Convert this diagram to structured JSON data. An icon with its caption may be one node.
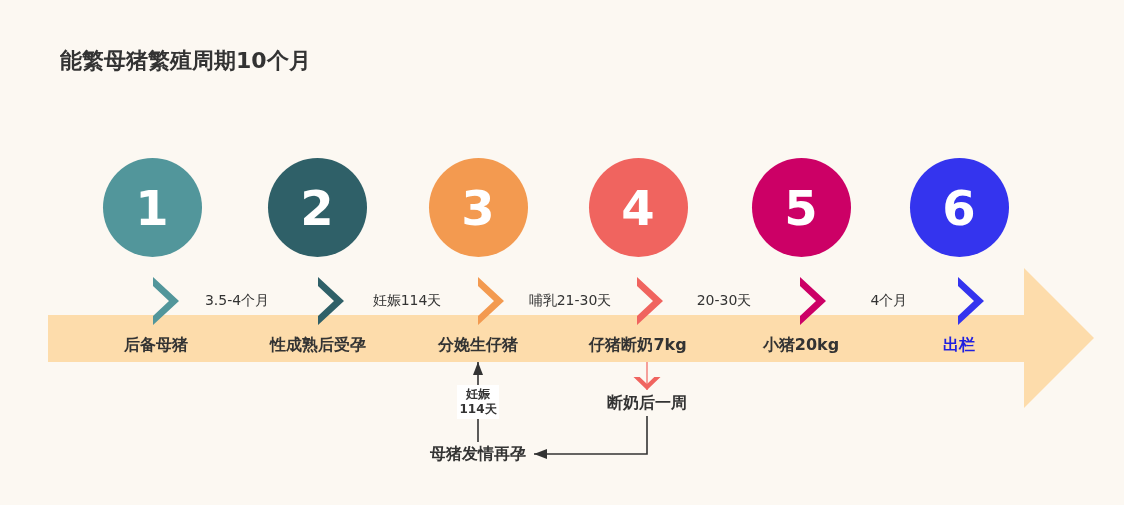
{
  "diagram": {
    "title": "能繁母猪繁殖周期10个月",
    "nodes": [
      {
        "text": [
          "1"
        ]
      },
      {
        "text": [
          "2"
        ]
      },
      {
        "text": [
          "3"
        ]
      },
      {
        "text": [
          "4"
        ]
      },
      {
        "text": [
          "5"
        ]
      },
      {
        "text": [
          "6"
        ]
      },
      {
        "text": [],
        "shape": "arrow"
      },
      {
        "text": [
          "后备母猪"
        ],
        "in": 6
      },
      {
        "text": [
          "性成熟后受孕"
        ],
        "in": 6
      },
      {
        "text": [
          "分娩生仔猪"
        ],
        "in": 6
      },
      {
        "text": [
          "仔猪断奶7kg"
        ],
        "in": 6
      },
      {
        "text": [
          "小猪20kg"
        ],
        "in": 6
      },
      {
        "text": [
          "出栏"
        ],
        "in": 6
      },
      {
        "text": [
          "断奶后一周"
        ]
      },
      {
        "text": [
          "母猪发情再孕"
        ]
      }
    ],
    "edges": [
      {
        "from": 13,
        "to": 14,
        "arrow": "to"
      },
      {
        "from": 14,
        "to": 9,
        "arrow": "to",
        "label": "妊娠114天"
      },
      {
        "from": 10,
        "to": 13,
        "arrow": "to",
        "color": "#f0645f"
      }
    ],
    "labels": [
      "3.5-4个月",
      "妊娠114天",
      "哺乳21-30天",
      "20-30天",
      "4个月"
    ]
  }
}
